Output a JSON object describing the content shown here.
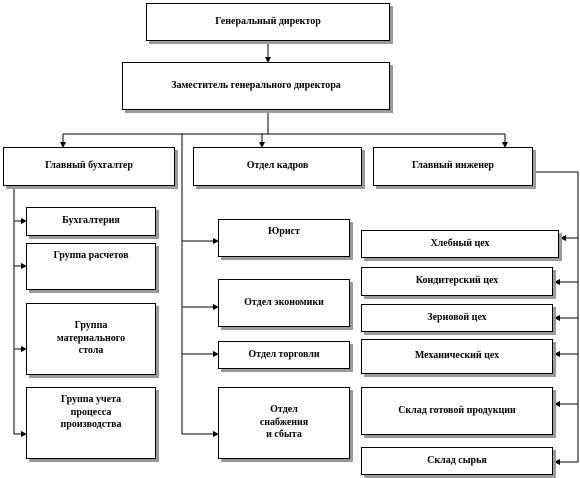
{
  "org": {
    "director": "Генеральный директор",
    "deputy": "Заместитель   генерального директора",
    "chief_accountant": "Главный бухгалтер",
    "hr_dept": "Отдел  кадров",
    "chief_engineer": "Главный инженер",
    "accounting": "Бухгалтерия",
    "settlements_group": "Группа расчетов",
    "materials_group": "Группа\nматериального\nстола",
    "production_accounting_group": "Группа учета\nпроцесса\nпроизводства",
    "lawyer": "Юрист",
    "economics_dept": "Отдел  экономики",
    "trade_dept": "Отдел  торговли",
    "supply_sales_dept": "Отдел\nснабжения\nи сбыта",
    "bread_shop": "Хлебный цех",
    "confectionery_shop": "Кондитерский  цех",
    "grain_shop": "Зерновой цех",
    "mechanical_shop": "Механический цех",
    "finished_goods_warehouse": "Склад  готовой продукции",
    "raw_materials_warehouse": "Склад  сырья"
  }
}
